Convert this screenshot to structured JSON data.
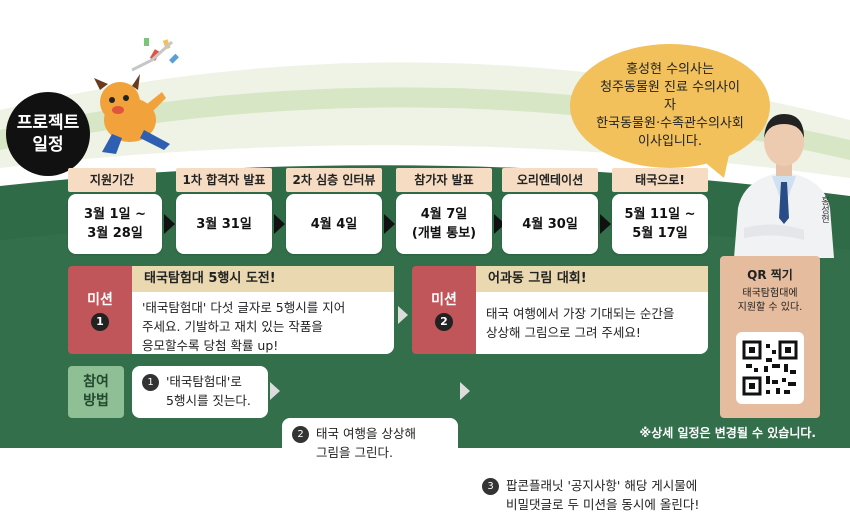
{
  "title_badge": {
    "line1": "프로젝트",
    "line2": "일정"
  },
  "speech": {
    "lines": [
      "홍성현 수의사는",
      "청주동물원 진료 수의사이자",
      "한국동물원·수족관수의사회",
      "이사입니다."
    ]
  },
  "doctor_name": "홍성현",
  "timeline": [
    {
      "label": "지원기간",
      "date_line1": "3월 1일 ~",
      "date_line2": "3월 28일"
    },
    {
      "label": "1차 합격자 발표",
      "date_line1": "3월 31일",
      "date_line2": ""
    },
    {
      "label": "2차 심층 인터뷰",
      "date_line1": "4월 4일",
      "date_line2": ""
    },
    {
      "label": "참가자 발표",
      "date_line1": "4월 7일",
      "date_line2": "(개별 통보)"
    },
    {
      "label": "오리엔테이션",
      "date_line1": "4월 30일",
      "date_line2": ""
    },
    {
      "label": "태국으로!",
      "date_line1": "5월 11일 ~",
      "date_line2": "5월 17일"
    }
  ],
  "missions": [
    {
      "tag": "미션",
      "num": "1",
      "title": "태국탐험대 5행시 도전!",
      "lines": [
        "'태국탐험대' 다섯 글자로 5행시를 지어",
        "주세요. 기발하고 재치 있는 작품을",
        "응모할수록 당첨 확률 up!"
      ]
    },
    {
      "tag": "미션",
      "num": "2",
      "title": "어과동 그림 대회!",
      "lines": [
        "태국 여행에서 가장 기대되는 순간을",
        "상상해 그림으로 그려 주세요!"
      ]
    }
  ],
  "participation": {
    "tag_line1": "참여",
    "tag_line2": "방법",
    "steps": [
      {
        "num": "1",
        "lines": [
          "'태국탐험대'로",
          "5행시를 짓는다."
        ]
      },
      {
        "num": "2",
        "lines": [
          "태국 여행을 상상해",
          "그림을 그린다."
        ]
      },
      {
        "num": "3",
        "lines": [
          "팝콘플래닛 '공지사항' 해당 게시물에",
          "비밀댓글로 두 미션을 동시에 올린다!"
        ]
      }
    ]
  },
  "qr": {
    "title": "QR 찍기",
    "desc_line1": "태국탐험대에",
    "desc_line2": "지원할 수 있다."
  },
  "note": "※상세 일정은 변경될 수 있습니다.",
  "colors": {
    "field_green": "#2f6b47",
    "mission_red": "#c0555a",
    "label_peach": "#f6dcc2",
    "speech_yellow": "#f2c15b"
  }
}
